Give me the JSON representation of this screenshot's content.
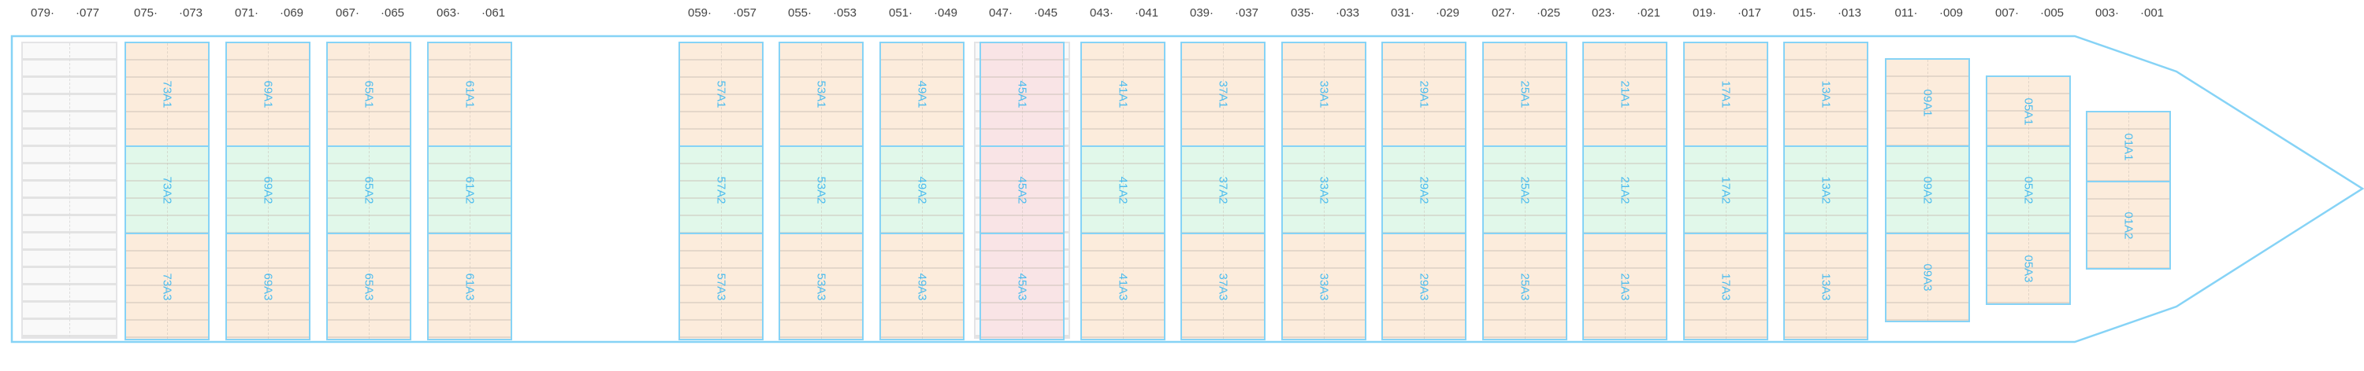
{
  "title": "Ship bay plan",
  "colors": {
    "hull": "#86d3f6",
    "free": "#fcecdc",
    "green": "#e1f8ea",
    "pink": "#f9e4e6",
    "label": "#4bbcef"
  },
  "bays": [
    {
      "left": "079·",
      "right": "·077",
      "slots": []
    },
    {
      "left": "075·",
      "right": "·073",
      "slots": [
        {
          "label": "73A1",
          "status": "free"
        },
        {
          "label": "73A2",
          "status": "green"
        },
        {
          "label": "73A3",
          "status": "free"
        }
      ]
    },
    {
      "left": "071·",
      "right": "·069",
      "slots": [
        {
          "label": "69A1",
          "status": "free"
        },
        {
          "label": "69A2",
          "status": "green"
        },
        {
          "label": "69A3",
          "status": "free"
        }
      ]
    },
    {
      "left": "067·",
      "right": "·065",
      "slots": [
        {
          "label": "65A1",
          "status": "free"
        },
        {
          "label": "65A2",
          "status": "green"
        },
        {
          "label": "65A3",
          "status": "free"
        }
      ]
    },
    {
      "left": "063·",
      "right": "·061",
      "slots": [
        {
          "label": "61A1",
          "status": "free"
        },
        {
          "label": "61A2",
          "status": "green"
        },
        {
          "label": "61A3",
          "status": "free"
        }
      ]
    },
    {
      "left": "059·",
      "right": "·057",
      "slots": [
        {
          "label": "57A1",
          "status": "free"
        },
        {
          "label": "57A2",
          "status": "green"
        },
        {
          "label": "57A3",
          "status": "free"
        }
      ]
    },
    {
      "left": "055·",
      "right": "·053",
      "slots": [
        {
          "label": "53A1",
          "status": "free"
        },
        {
          "label": "53A2",
          "status": "green"
        },
        {
          "label": "53A3",
          "status": "free"
        }
      ]
    },
    {
      "left": "051·",
      "right": "·049",
      "slots": [
        {
          "label": "49A1",
          "status": "free"
        },
        {
          "label": "49A2",
          "status": "green"
        },
        {
          "label": "49A3",
          "status": "free"
        }
      ]
    },
    {
      "left": "047·",
      "right": "·045",
      "slots": [
        {
          "label": "45A1",
          "status": "pink"
        },
        {
          "label": "45A2",
          "status": "pink"
        },
        {
          "label": "45A3",
          "status": "pink"
        }
      ]
    },
    {
      "left": "043·",
      "right": "·041",
      "slots": [
        {
          "label": "41A1",
          "status": "free"
        },
        {
          "label": "41A2",
          "status": "green"
        },
        {
          "label": "41A3",
          "status": "free"
        }
      ]
    },
    {
      "left": "039·",
      "right": "·037",
      "slots": [
        {
          "label": "37A1",
          "status": "free"
        },
        {
          "label": "37A2",
          "status": "green"
        },
        {
          "label": "37A3",
          "status": "free"
        }
      ]
    },
    {
      "left": "035·",
      "right": "·033",
      "slots": [
        {
          "label": "33A1",
          "status": "free"
        },
        {
          "label": "33A2",
          "status": "green"
        },
        {
          "label": "33A3",
          "status": "free"
        }
      ]
    },
    {
      "left": "031·",
      "right": "·029",
      "slots": [
        {
          "label": "29A1",
          "status": "free"
        },
        {
          "label": "29A2",
          "status": "green"
        },
        {
          "label": "29A3",
          "status": "free"
        }
      ]
    },
    {
      "left": "027·",
      "right": "·025",
      "slots": [
        {
          "label": "25A1",
          "status": "free"
        },
        {
          "label": "25A2",
          "status": "green"
        },
        {
          "label": "25A3",
          "status": "free"
        }
      ]
    },
    {
      "left": "023·",
      "right": "·021",
      "slots": [
        {
          "label": "21A1",
          "status": "free"
        },
        {
          "label": "21A2",
          "status": "green"
        },
        {
          "label": "21A3",
          "status": "free"
        }
      ]
    },
    {
      "left": "019·",
      "right": "·017",
      "slots": [
        {
          "label": "17A1",
          "status": "free"
        },
        {
          "label": "17A2",
          "status": "green"
        },
        {
          "label": "17A3",
          "status": "free"
        }
      ]
    },
    {
      "left": "015·",
      "right": "·013",
      "slots": [
        {
          "label": "13A1",
          "status": "free"
        },
        {
          "label": "13A2",
          "status": "green"
        },
        {
          "label": "13A3",
          "status": "free"
        }
      ]
    },
    {
      "left": "011·",
      "right": "·009",
      "slots": [
        {
          "label": "09A1",
          "status": "free"
        },
        {
          "label": "09A2",
          "status": "green"
        },
        {
          "label": "09A3",
          "status": "free"
        }
      ]
    },
    {
      "left": "007·",
      "right": "·005",
      "slots": [
        {
          "label": "05A1",
          "status": "free"
        },
        {
          "label": "05A2",
          "status": "green"
        },
        {
          "label": "05A3",
          "status": "free"
        }
      ]
    },
    {
      "left": "003·",
      "right": "·001",
      "slots": [
        {
          "label": "01A1",
          "status": "free"
        },
        {
          "label": "01A2",
          "status": "free"
        }
      ]
    }
  ]
}
